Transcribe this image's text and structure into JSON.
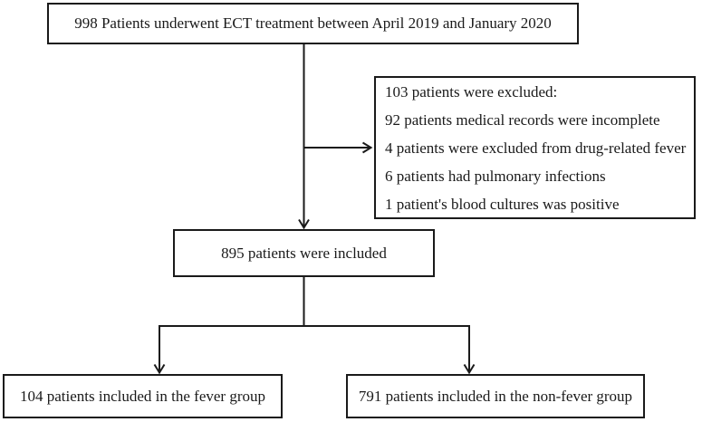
{
  "diagram": {
    "top_box": {
      "label": "998 Patients underwent ECT treatment between April 2019 and January 2020"
    },
    "excluded_box": {
      "lines": [
        "103 patients were excluded:",
        "92 patients medical records were incomplete",
        "4 patients were excluded from drug-related fever",
        "6 patients had pulmonary infections",
        "1 patient's blood cultures was positive"
      ]
    },
    "included_box": {
      "label": "895 patients were included"
    },
    "fever_box": {
      "label": "104 patients included in the fever group"
    },
    "non_fever_box": {
      "label": "791 patients included in the non-fever group"
    },
    "colors": {
      "ink": "#1a1a1a",
      "background": "#ffffff"
    }
  }
}
